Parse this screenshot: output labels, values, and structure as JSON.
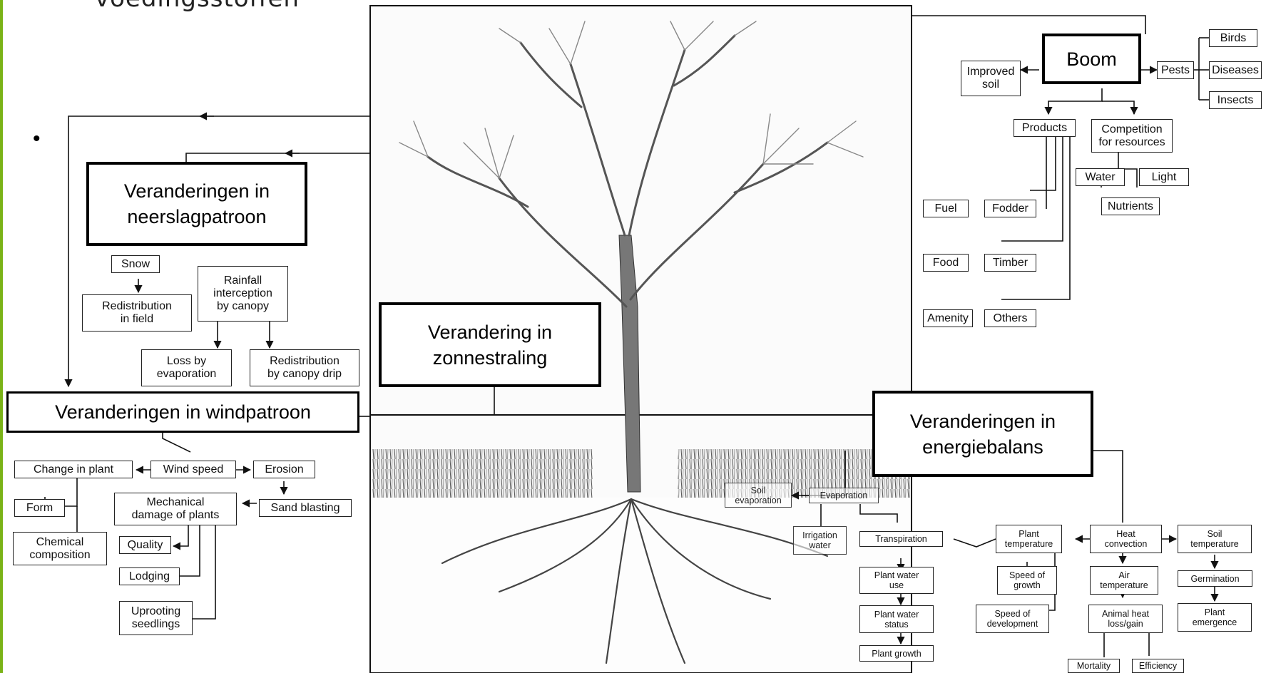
{
  "title_fragment": "voedingsstoffen",
  "bullet": "•",
  "callouts": {
    "boom": "Boom",
    "neerslag": "Veranderingen in\nneerslagpatroon",
    "zonnestraling": "Verandering in\nzonnestraling",
    "wind": "Veranderingen in windpatroon",
    "energie": "Veranderingen in\nenergiebalans"
  },
  "tree_branch": {
    "improved_soil": "Improved\nsoil",
    "pests": "Pests",
    "birds": "Birds",
    "diseases": "Diseases",
    "insects": "Insects",
    "products": "Products",
    "competition": "Competition\nfor resources",
    "water": "Water",
    "light": "Light",
    "nutrients": "Nutrients",
    "fuel": "Fuel",
    "fodder": "Fodder",
    "food": "Food",
    "timber": "Timber",
    "amenity": "Amenity",
    "others": "Others"
  },
  "precip_branch": {
    "snow": "Snow",
    "rainfall": "Rainfall\ninterception\nby canopy",
    "redistribution_field": "Redistribution\nin field",
    "loss_evaporation": "Loss by\nevaporation",
    "redistribution_drip": "Redistribution\nby canopy drip"
  },
  "wind_branch": {
    "change_plant": "Change in plant",
    "wind_speed": "Wind speed",
    "erosion": "Erosion",
    "form": "Form",
    "mechanical": "Mechanical\ndamage of plants",
    "sand_blasting": "Sand blasting",
    "chemical": "Chemical\ncomposition",
    "quality": "Quality",
    "lodging": "Lodging",
    "uprooting": "Uprooting\nseedlings"
  },
  "energy_branch": {
    "soil_evaporation": "Soil\nevaporation",
    "evaporation": "Evaporation",
    "irrigation": "Irrigation\nwater",
    "transpiration": "Transpiration",
    "plant_water_use": "Plant water\nuse",
    "plant_water_status": "Plant water\nstatus",
    "plant_growth": "Plant growth",
    "plant_temperature": "Plant\ntemperature",
    "heat_convection": "Heat\nconvection",
    "soil_temperature": "Soil\ntemperature",
    "speed_growth": "Speed of\ngrowth",
    "air_temperature": "Air\ntemperature",
    "germination": "Germination",
    "speed_development": "Speed of\ndevelopment",
    "animal_heat": "Animal heat\nloss/gain",
    "plant_emergence": "Plant\nemergence",
    "mortality": "Mortality",
    "efficiency": "Efficiency"
  }
}
